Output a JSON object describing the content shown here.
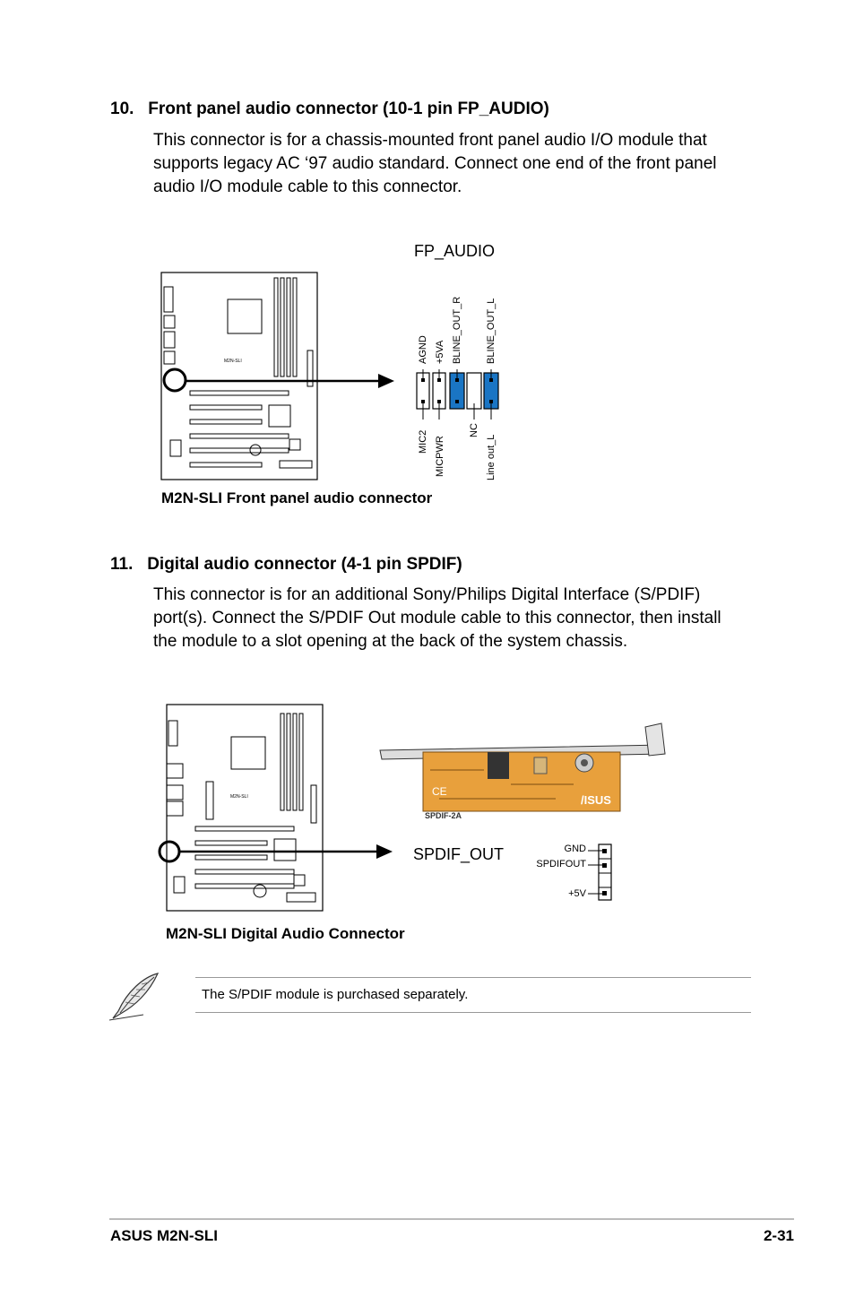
{
  "section10": {
    "heading": "10.   Front panel audio connector (10-1 pin FP_AUDIO)",
    "lines": [
      "This connector is for a chassis-mounted front panel audio I/O module that",
      "supports legacy AC ‘97 audio standard. Connect one end of the front panel",
      "audio I/O module cable to this connector."
    ],
    "diagram_title": "FP_AUDIO",
    "board_label": "M2N-SLI",
    "top_pins": [
      "AGND",
      "+5VA",
      "BLINE_OUT_R",
      "BLINE_OUT_L"
    ],
    "bottom_pins": [
      "MIC2",
      "MICPWR",
      "NC",
      "Line out_L"
    ],
    "caption": "M2N-SLI Front panel audio connector"
  },
  "section11": {
    "heading": "11.   Digital audio connector (4-1 pin SPDIF)",
    "lines": [
      "This connector is for an additional Sony/Philips Digital Interface (S/PDIF)",
      "port(s). Connect the S/PDIF Out module cable to this connector, then install",
      "the module to a slot opening at the back of the system chassis."
    ],
    "connector_name": "SPDIF_OUT",
    "board_label": "M2N-SLI",
    "pins": [
      "GND",
      "SPDIFOUT",
      "+5V"
    ],
    "module_text": "SPDIF-2A",
    "module_brand": "/ISUS",
    "caption": "M2N-SLI Digital Audio Connector"
  },
  "note": {
    "text": "The S/PDIF module is purchased separately."
  },
  "footer": {
    "left": "ASUS M2N-SLI",
    "right": "2-31"
  },
  "colors": {
    "pin_blue": "#1a75c4",
    "module_orange": "#e8a03c",
    "rule": "#999999"
  }
}
